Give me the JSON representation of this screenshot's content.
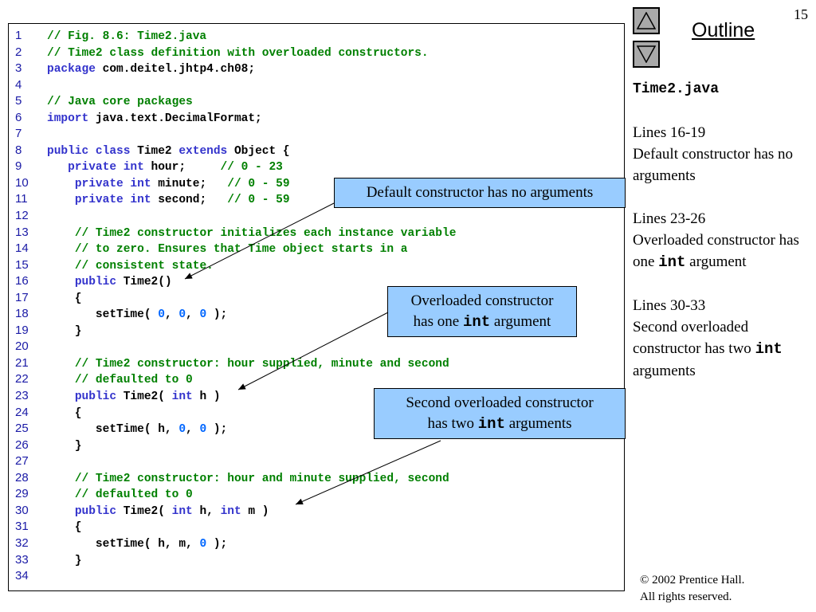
{
  "page": {
    "number": "15"
  },
  "outline": {
    "title": "Outline"
  },
  "sidebar": {
    "file": "Time2.java",
    "notes": [
      {
        "lines": "Lines 16-19",
        "parts": [
          {
            "t": "Default constructor has no arguments"
          }
        ]
      },
      {
        "lines": "Lines 23-26",
        "parts": [
          {
            "t": "Overloaded constructor has one "
          },
          {
            "t": "int",
            "mono": true
          },
          {
            "t": " argument"
          }
        ]
      },
      {
        "lines": "Lines 30-33",
        "parts": [
          {
            "t": "Second overloaded constructor has two "
          },
          {
            "t": "int",
            "mono": true
          },
          {
            "t": " arguments"
          }
        ]
      }
    ]
  },
  "callouts": {
    "c1": [
      {
        "t": "Default constructor has no arguments"
      }
    ],
    "c2": [
      {
        "t": "Overloaded constructor"
      },
      {
        "br": true
      },
      {
        "t": "has one "
      },
      {
        "t": "int",
        "mono": true
      },
      {
        "t": " argument"
      }
    ],
    "c3": [
      {
        "t": "Second overloaded constructor"
      },
      {
        "br": true
      },
      {
        "t": "has two "
      },
      {
        "t": "int",
        "mono": true
      },
      {
        "t": " arguments"
      }
    ]
  },
  "copyright": {
    "line1": "© 2002 Prentice Hall.",
    "line2": "All rights reserved."
  },
  "colors": {
    "comment": "#008000",
    "keyword": "#3333cc",
    "number": "#0066ff",
    "normal": "#000000",
    "callout_bg": "#99ccff",
    "nav_btn": "#a9a9a9"
  },
  "code": [
    [
      [
        "c",
        "// Fig. 8.6: Time2.java"
      ]
    ],
    [
      [
        "c",
        "// Time2 class definition with overloaded constructors."
      ]
    ],
    [
      [
        "k",
        "package"
      ],
      [
        "n",
        " com.deitel.jhtp4.ch08;"
      ]
    ],
    [],
    [
      [
        "c",
        "// Java core packages"
      ]
    ],
    [
      [
        "k",
        "import"
      ],
      [
        "n",
        " java.text.DecimalFormat;"
      ]
    ],
    [],
    [
      [
        "k",
        "public class"
      ],
      [
        "n",
        " Time2 "
      ],
      [
        "k",
        "extends"
      ],
      [
        "n",
        " Object {"
      ]
    ],
    [
      [
        "n",
        "   "
      ],
      [
        "k",
        "private int"
      ],
      [
        "n",
        " hour;     "
      ],
      [
        "c",
        "// 0 - 23"
      ]
    ],
    [
      [
        "n",
        "    "
      ],
      [
        "k",
        "private int"
      ],
      [
        "n",
        " minute;   "
      ],
      [
        "c",
        "// 0 - 59"
      ]
    ],
    [
      [
        "n",
        "    "
      ],
      [
        "k",
        "private int"
      ],
      [
        "n",
        " second;   "
      ],
      [
        "c",
        "// 0 - 59"
      ]
    ],
    [],
    [
      [
        "n",
        "    "
      ],
      [
        "c",
        "// Time2 constructor initializes each instance variable"
      ]
    ],
    [
      [
        "n",
        "    "
      ],
      [
        "c",
        "// to zero. Ensures that Time object starts in a"
      ]
    ],
    [
      [
        "n",
        "    "
      ],
      [
        "c",
        "// consistent state."
      ]
    ],
    [
      [
        "n",
        "    "
      ],
      [
        "k",
        "public"
      ],
      [
        "n",
        " Time2()"
      ]
    ],
    [
      [
        "n",
        "    {"
      ]
    ],
    [
      [
        "n",
        "       setTime( "
      ],
      [
        "d",
        "0"
      ],
      [
        "n",
        ", "
      ],
      [
        "d",
        "0"
      ],
      [
        "n",
        ", "
      ],
      [
        "d",
        "0"
      ],
      [
        "n",
        " );"
      ]
    ],
    [
      [
        "n",
        "    }"
      ]
    ],
    [],
    [
      [
        "n",
        "    "
      ],
      [
        "c",
        "// Time2 constructor: hour supplied, minute and second"
      ]
    ],
    [
      [
        "n",
        "    "
      ],
      [
        "c",
        "// defaulted to 0"
      ]
    ],
    [
      [
        "n",
        "    "
      ],
      [
        "k",
        "public"
      ],
      [
        "n",
        " Time2( "
      ],
      [
        "k",
        "int"
      ],
      [
        "n",
        " h )"
      ]
    ],
    [
      [
        "n",
        "    {"
      ]
    ],
    [
      [
        "n",
        "       setTime( h, "
      ],
      [
        "d",
        "0"
      ],
      [
        "n",
        ", "
      ],
      [
        "d",
        "0"
      ],
      [
        "n",
        " );"
      ]
    ],
    [
      [
        "n",
        "    }"
      ]
    ],
    [],
    [
      [
        "n",
        "    "
      ],
      [
        "c",
        "// Time2 constructor: hour and minute supplied, second"
      ]
    ],
    [
      [
        "n",
        "    "
      ],
      [
        "c",
        "// defaulted to 0"
      ]
    ],
    [
      [
        "n",
        "    "
      ],
      [
        "k",
        "public"
      ],
      [
        "n",
        " Time2( "
      ],
      [
        "k",
        "int"
      ],
      [
        "n",
        " h, "
      ],
      [
        "k",
        "int"
      ],
      [
        "n",
        " m )"
      ]
    ],
    [
      [
        "n",
        "    {"
      ]
    ],
    [
      [
        "n",
        "       setTime( h, m, "
      ],
      [
        "d",
        "0"
      ],
      [
        "n",
        " );"
      ]
    ],
    [
      [
        "n",
        "    }"
      ]
    ],
    []
  ]
}
